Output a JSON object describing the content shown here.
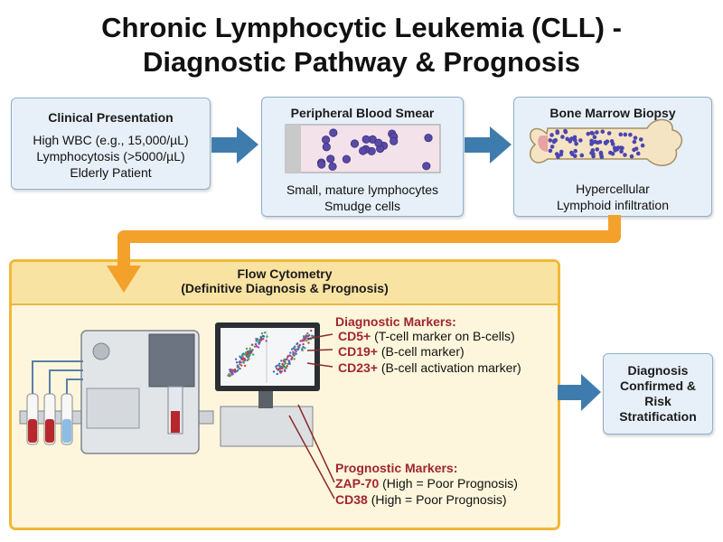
{
  "title": {
    "line1": "Chronic Lymphocytic Leukemia (CLL) -",
    "line2": "Diagnostic Pathway & Prognosis"
  },
  "clinical": {
    "heading": "Clinical Presentation",
    "lines": [
      "High WBC (e.g., 15,000/µL)",
      "Lymphocytosis (>5000/µL)",
      "Elderly Patient"
    ]
  },
  "smear": {
    "heading": "Peripheral Blood Smear",
    "lines": [
      "Small, mature lymphocytes",
      "Smudge cells"
    ]
  },
  "marrow": {
    "heading": "Bone Marrow Biopsy",
    "lines": [
      "Hypercellular",
      "Lymphoid infiltration"
    ]
  },
  "flow": {
    "heading_line1": "Flow Cytometry",
    "heading_line2": "(Definitive Diagnosis & Prognosis)",
    "diagnostic_heading": "Diagnostic Markers:",
    "diagnostic": [
      {
        "code": "CD5+",
        "desc": "(T-cell marker on B-cells)"
      },
      {
        "code": "CD19+",
        "desc": "(B-cell marker)"
      },
      {
        "code": "CD23+",
        "desc": "(B-cell activation marker)"
      }
    ],
    "prognostic_heading": "Prognostic Markers:",
    "prognostic": [
      {
        "code": "ZAP-70",
        "desc": "(High = Poor Prognosis)"
      },
      {
        "code": "CD38",
        "desc": "(High = Poor Prognosis)"
      }
    ]
  },
  "result": {
    "lines": [
      "Diagnosis",
      "Confirmed &",
      "Risk",
      "Stratification"
    ]
  },
  "colors": {
    "arrow_blue": "#3f7cae",
    "arrow_orange": "#f3a12b",
    "card_fill": "#e7f0f8",
    "flow_fill": "#fdf6dc",
    "marker_red": "#a0262f"
  }
}
